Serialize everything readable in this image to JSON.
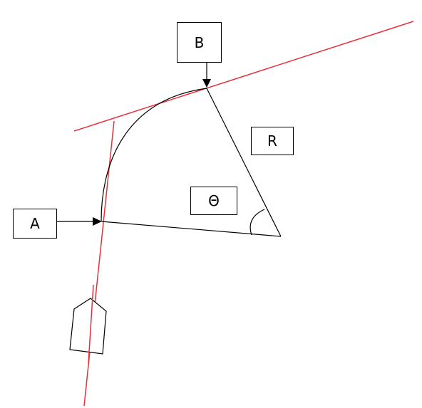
{
  "labels": {
    "a": "A",
    "b": "B",
    "r": "R",
    "theta": "Θ"
  },
  "colors": {
    "course_lines": "#e8303a",
    "construction": "#000000",
    "background": "#ffffff"
  },
  "icons": {
    "vessel": "ship-icon"
  }
}
